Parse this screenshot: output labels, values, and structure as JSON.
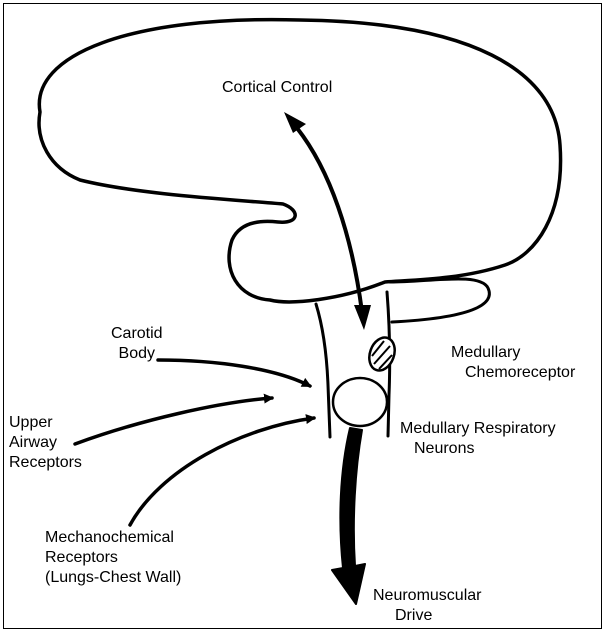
{
  "labels": {
    "cortical_control": "Cortical Control",
    "carotid_body": [
      "Carotid",
      "Body"
    ],
    "upper_airway": [
      "Upper",
      "Airway",
      "Receptors"
    ],
    "mechanochemical": [
      "Mechanochemical",
      "Receptors",
      "(Lungs-Chest Wall)"
    ],
    "medullary_chemoreceptor": [
      "Medullary",
      "Chemoreceptor"
    ],
    "medullary_respiratory": [
      "Medullary Respiratory",
      "Neurons"
    ],
    "neuromuscular_drive": [
      "Neuromuscular",
      "Drive"
    ]
  }
}
